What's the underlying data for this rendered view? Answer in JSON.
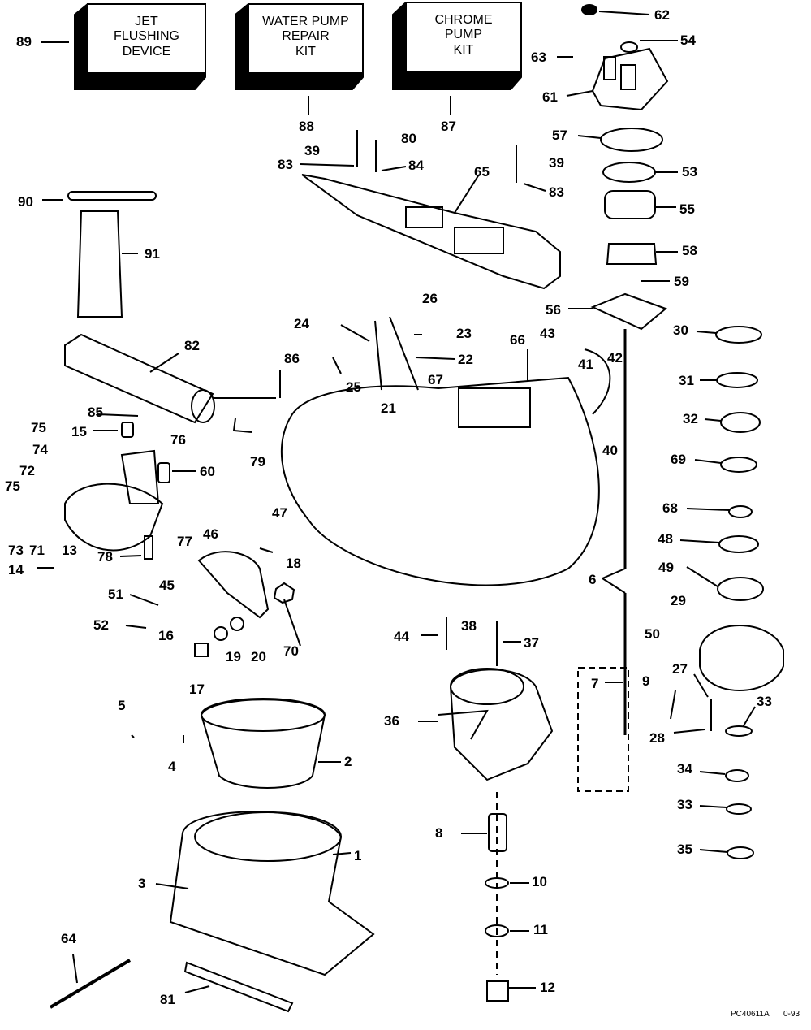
{
  "kits": [
    {
      "id": "89",
      "lines": [
        "JET",
        "FLUSHING",
        "DEVICE"
      ]
    },
    {
      "id": "88",
      "lines": [
        "WATER PUMP",
        "REPAIR",
        "KIT"
      ]
    },
    {
      "id": "87",
      "lines": [
        "CHROME",
        "PUMP",
        "KIT"
      ]
    }
  ],
  "labels": [
    "89",
    "88",
    "87",
    "62",
    "54",
    "63",
    "61",
    "57",
    "53",
    "55",
    "58",
    "59",
    "56",
    "39",
    "80",
    "83",
    "84",
    "65",
    "39",
    "83",
    "90",
    "91",
    "82",
    "26",
    "24",
    "23",
    "86",
    "22",
    "25",
    "66",
    "43",
    "42",
    "41",
    "67",
    "21",
    "79",
    "85",
    "15",
    "75",
    "76",
    "74",
    "60",
    "72",
    "75",
    "73",
    "71",
    "13",
    "14",
    "78",
    "77",
    "47",
    "46",
    "18",
    "45",
    "51",
    "52",
    "16",
    "17",
    "19",
    "20",
    "70",
    "30",
    "31",
    "32",
    "69",
    "68",
    "48",
    "49",
    "6",
    "29",
    "50",
    "27",
    "33",
    "28",
    "9",
    "7",
    "40",
    "44",
    "38",
    "37",
    "36",
    "2",
    "5",
    "4",
    "34",
    "33",
    "35",
    "1",
    "3",
    "8",
    "10",
    "11",
    "12",
    "64",
    "81"
  ],
  "footer": {
    "code": "PC40611A",
    "date": "0-93"
  }
}
